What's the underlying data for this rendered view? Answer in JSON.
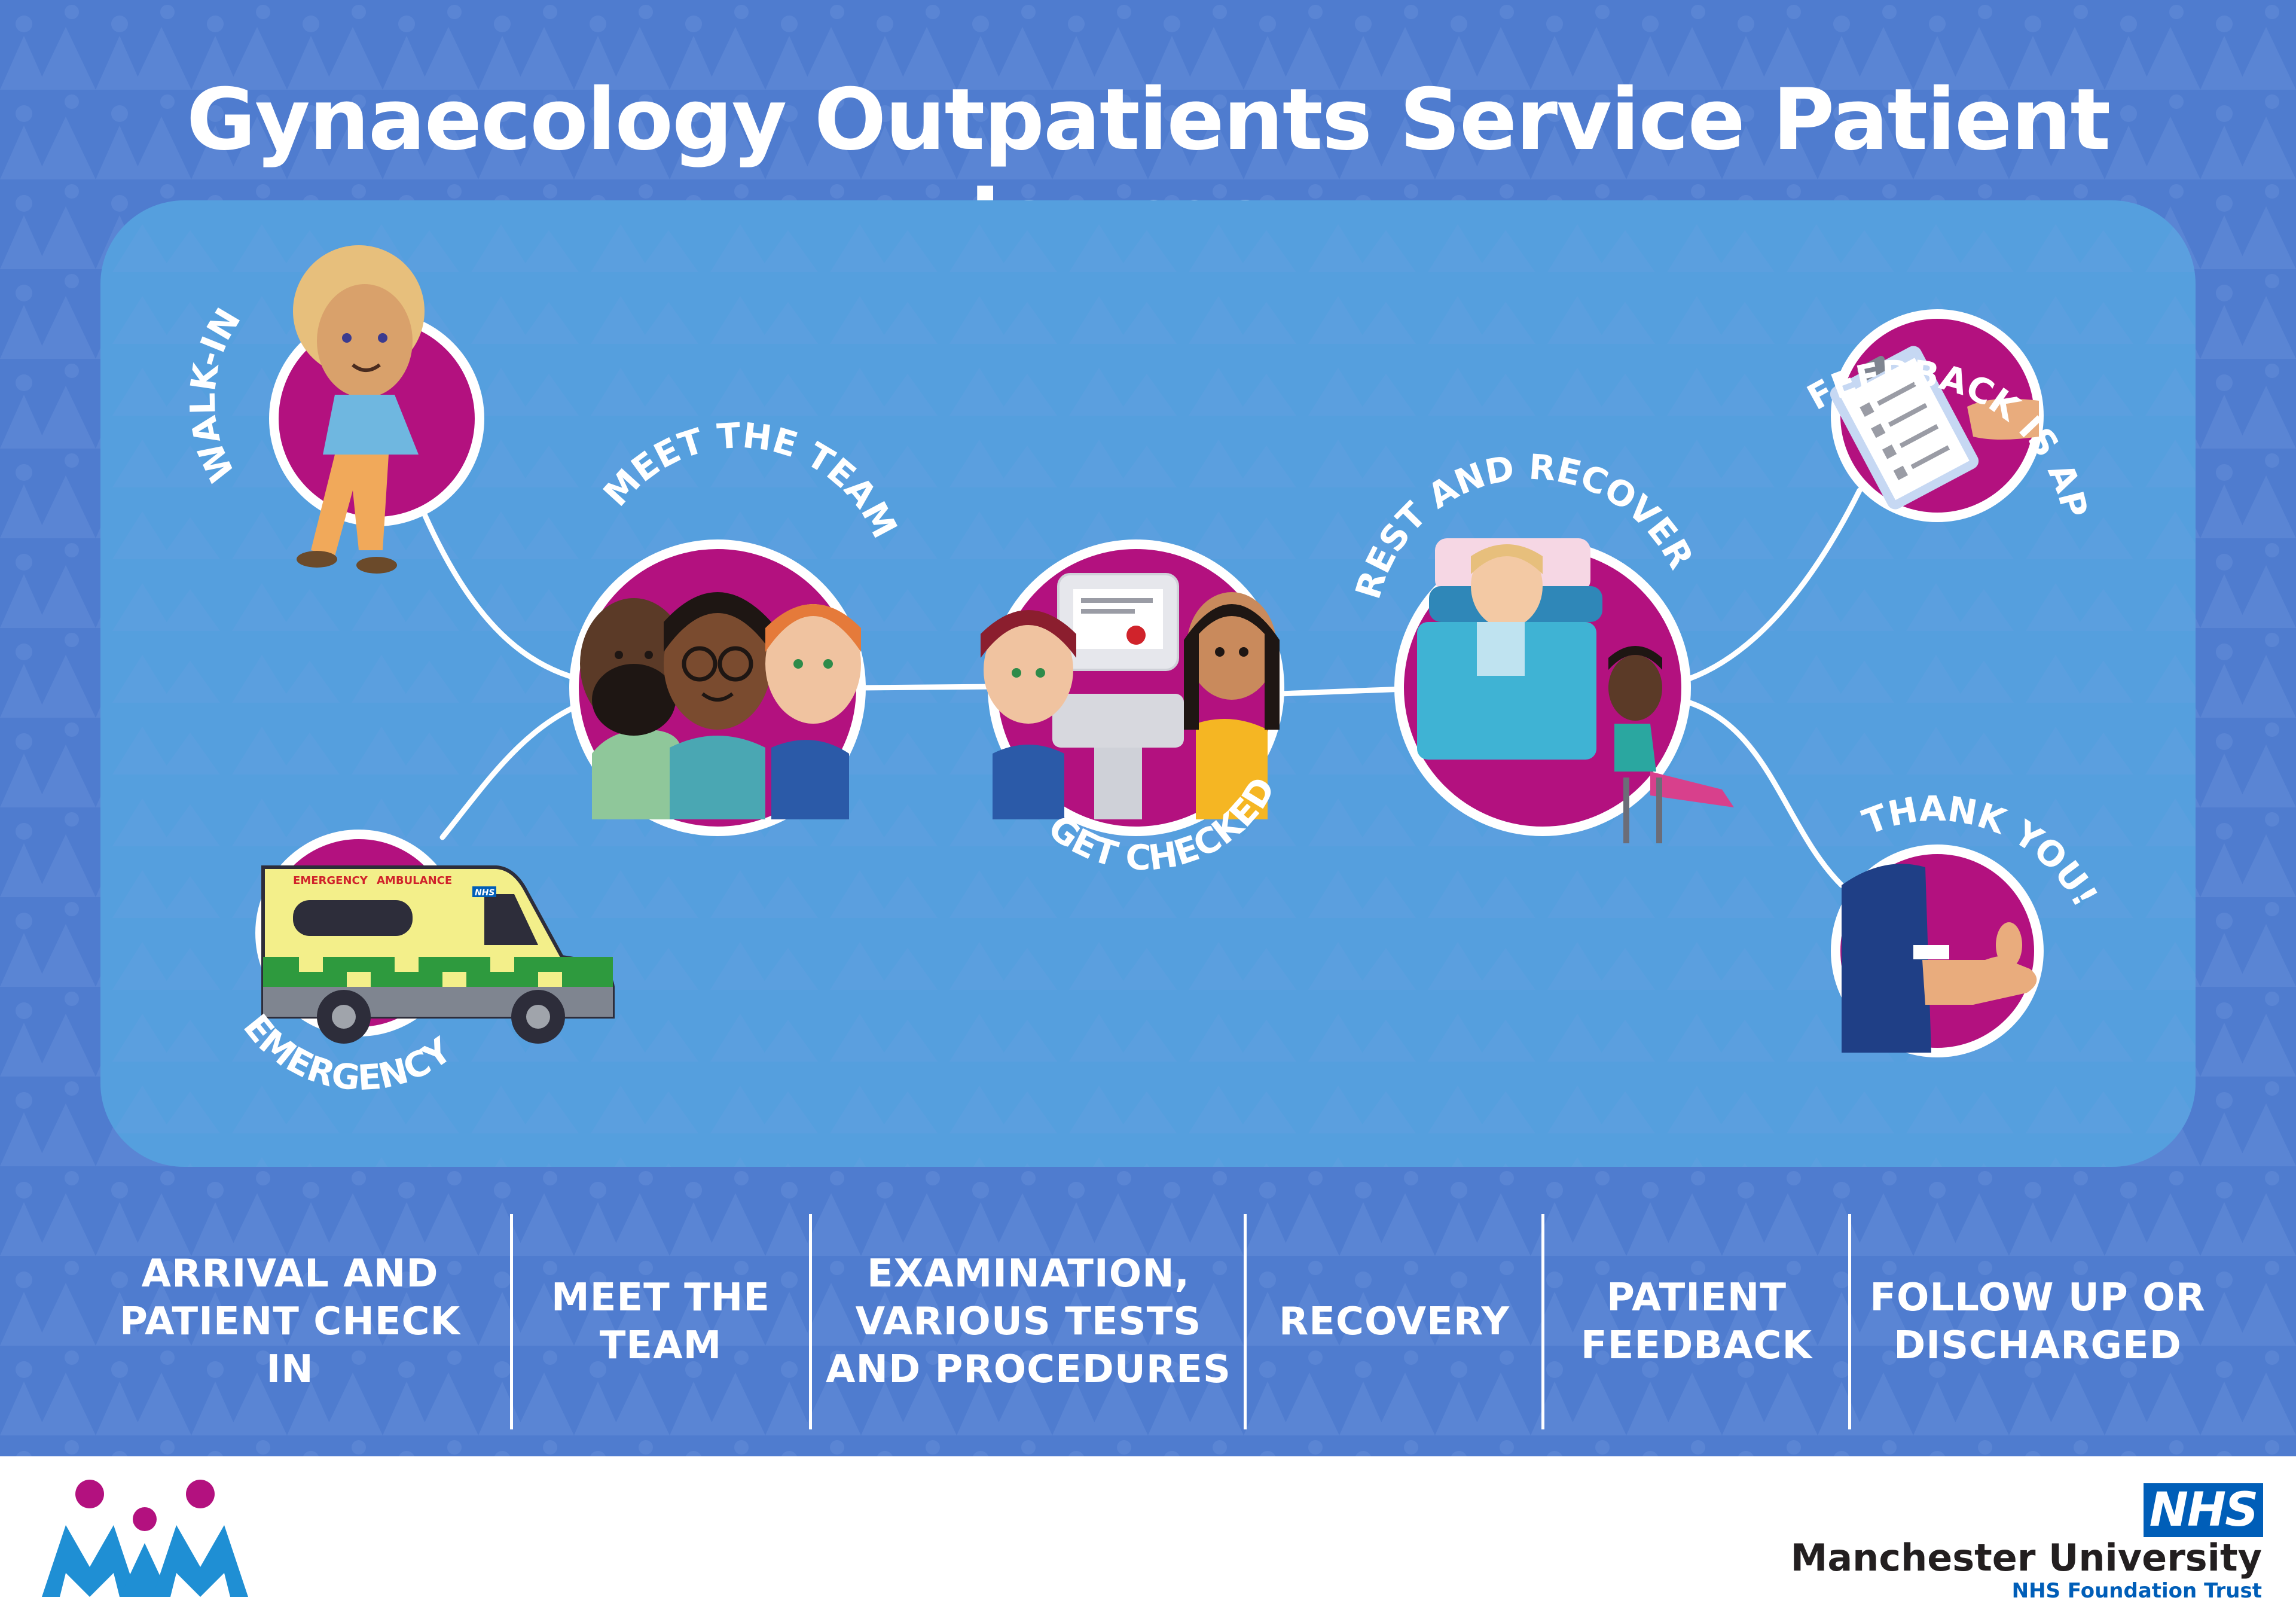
{
  "title": "Gynaecology Outpatients Service Patient Journey",
  "colors": {
    "background": "#4f7ccf",
    "panel": "#559fde",
    "circle_fill": "#b3117f",
    "nhs_blue": "#005eb8",
    "path": "#ffffff"
  },
  "steps": {
    "walk_in": "WALK-IN",
    "emergency": "EMERGENCY",
    "meet_team": "MEET THE TEAM",
    "get_checked": "GET CHECKED",
    "rest_recover": "REST AND RECOVER",
    "feedback": "FEEDBACK IS APPRECIATED",
    "thank_you": "THANK YOU!"
  },
  "ambulance": {
    "text_left": "EMERGENCY",
    "text_right": "AMBULANCE",
    "badge": "NHS"
  },
  "stages": [
    {
      "line1": "ARRIVAL AND",
      "line2": "PATIENT CHECK IN"
    },
    {
      "line1": "MEET THE",
      "line2": "TEAM"
    },
    {
      "line1": "EXAMINATION,",
      "line2": "VARIOUS TESTS",
      "line3": "AND PROCEDURES"
    },
    {
      "line1": "RECOVERY"
    },
    {
      "line1": "PATIENT",
      "line2": "FEEDBACK"
    },
    {
      "line1": "FOLLOW UP OR",
      "line2": "DISCHARGED"
    }
  ],
  "footer": {
    "nhs_badge": "NHS",
    "org_name": "Manchester University",
    "trust_name": "NHS Foundation Trust"
  }
}
